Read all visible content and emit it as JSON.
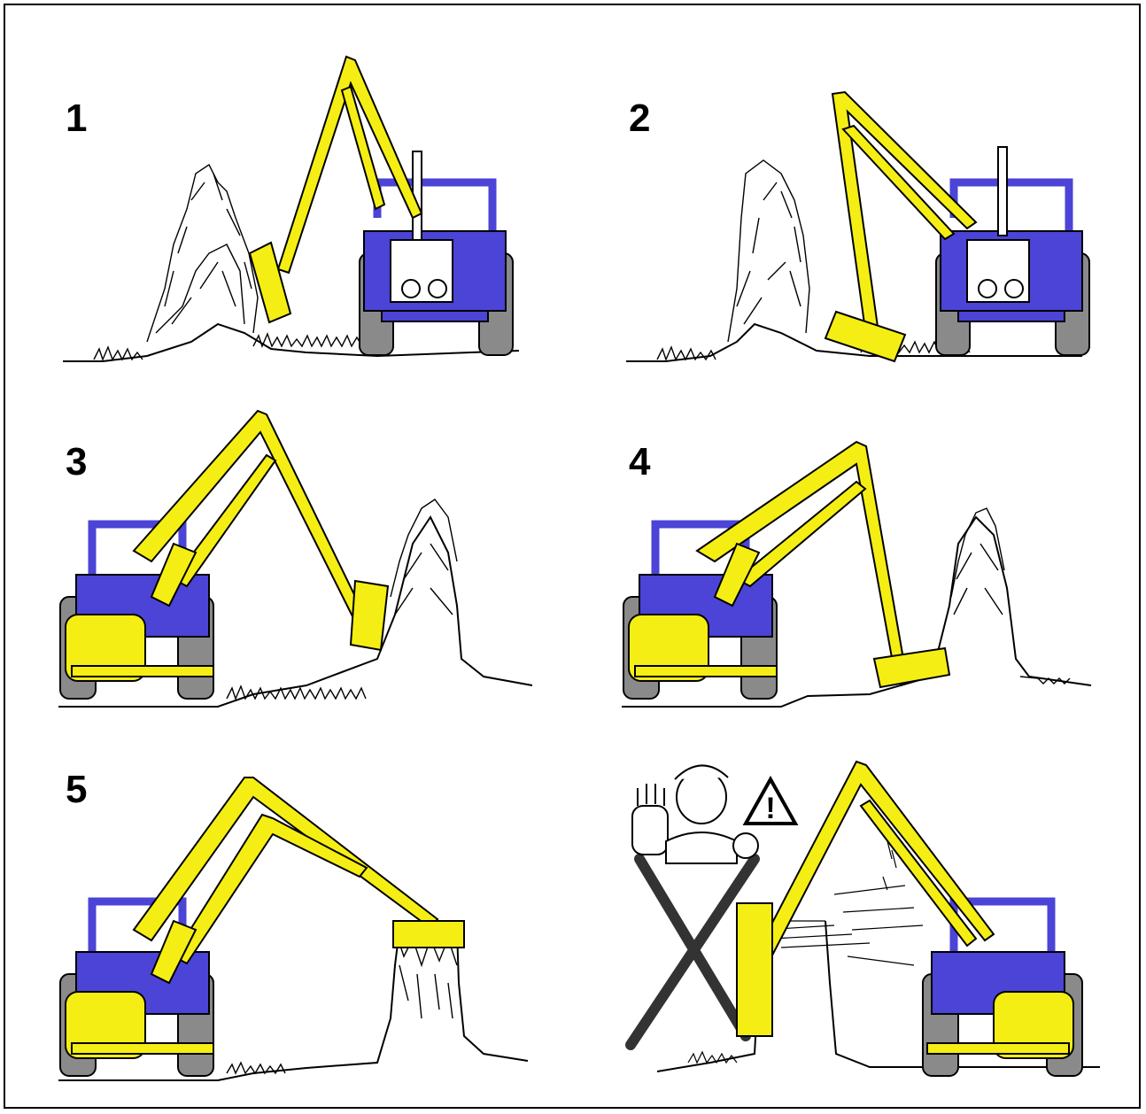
{
  "panels": [
    {
      "label": "1"
    },
    {
      "label": "2"
    },
    {
      "label": "3"
    },
    {
      "label": "4"
    },
    {
      "label": "5"
    },
    {
      "label": ""
    }
  ],
  "colors": {
    "arm": "#f5ee14",
    "tractor": "#4b44d6",
    "tyre": "#8a8a8a",
    "ink": "#000000",
    "cross": "#333333"
  },
  "icons": [
    "tractor-icon",
    "hedge-icon",
    "warning-sign-icon",
    "stop-hand-icon",
    "cross-mark-icon"
  ],
  "warning": {
    "symbol": "!"
  }
}
